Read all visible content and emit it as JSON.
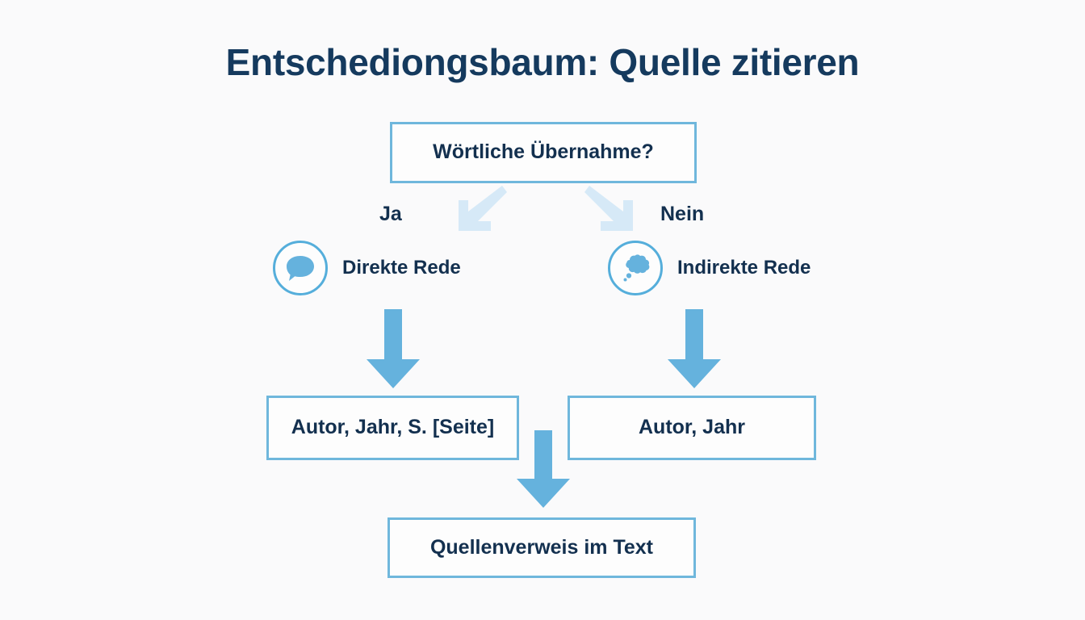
{
  "page": {
    "title": "Entschediongsbaum: Quelle zitieren",
    "background_color": "#fafafb"
  },
  "colors": {
    "title_text": "#153a5e",
    "node_text": "#13304f",
    "box_border": "#6fb7dc",
    "box_fill": "#fdfdfd",
    "arrow_solid": "#65b2dd",
    "arrow_pale": "#d6e9f7",
    "icon_circle_border": "#55aedb",
    "icon_glyph": "#65b2dd"
  },
  "diagram": {
    "type": "decision-tree",
    "root": {
      "id": "root",
      "label": "Wörtliche Übernahme?"
    },
    "branches": [
      {
        "id": "yes",
        "edge_label": "Ja",
        "arrow_icon": "arrow-down-left-icon",
        "option_label": "Direkte Rede",
        "option_icon": "speech-bubble-icon",
        "result_label": "Autor, Jahr, S. [Seite]"
      },
      {
        "id": "no",
        "edge_label": "Nein",
        "arrow_icon": "arrow-down-right-icon",
        "option_label": "Indirekte Rede",
        "option_icon": "thought-bubble-icon",
        "result_label": "Autor, Jahr"
      }
    ],
    "final": {
      "id": "final",
      "label": "Quellenverweis im Text"
    },
    "arrows": [
      {
        "id": "yes-to-result",
        "icon": "arrow-down-icon"
      },
      {
        "id": "no-to-result",
        "icon": "arrow-down-icon"
      },
      {
        "id": "results-to-final",
        "icon": "arrow-down-icon"
      }
    ]
  }
}
